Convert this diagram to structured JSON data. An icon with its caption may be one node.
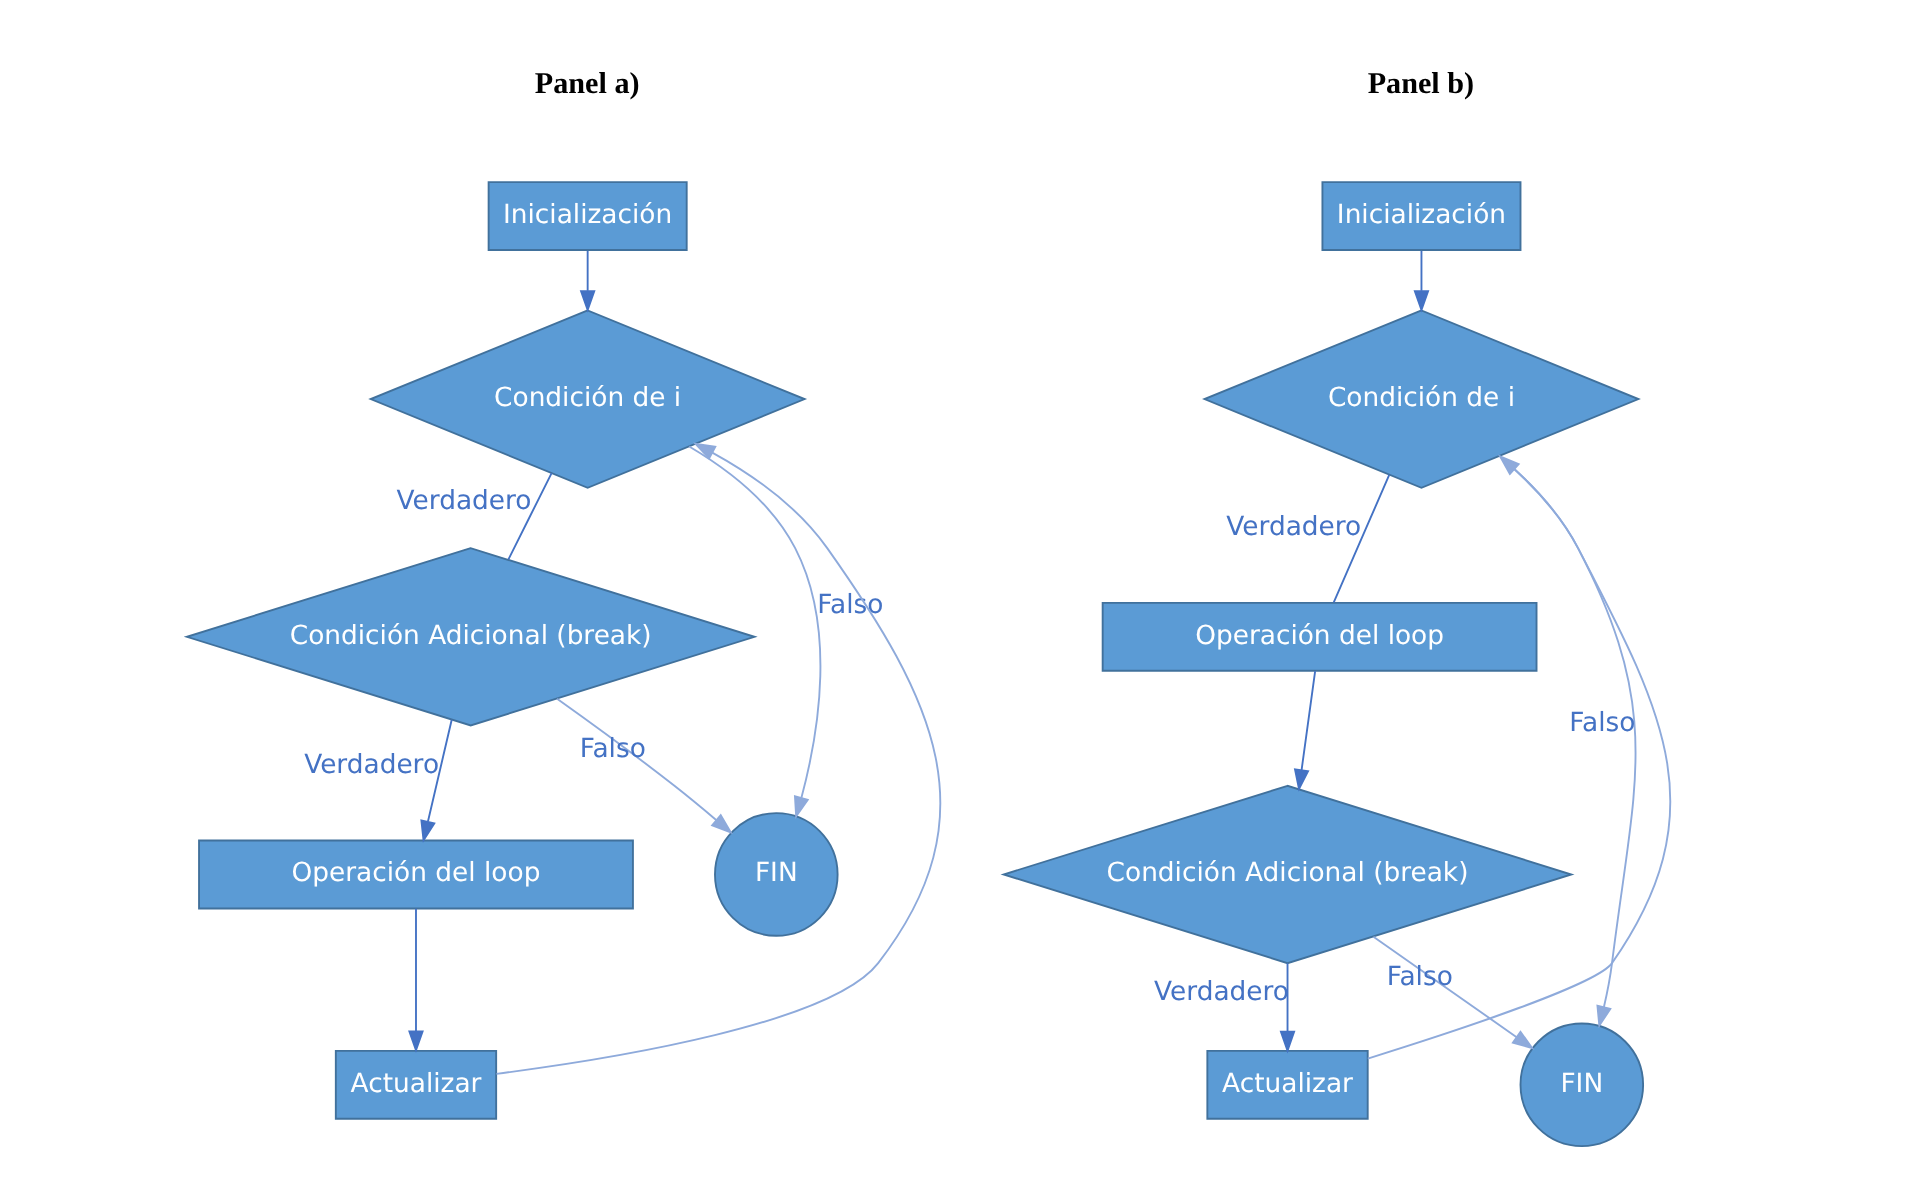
{
  "diagram": {
    "nodes": [
      {
        "text": [
          "Inicialización"
        ]
      },
      {
        "text": [
          "Condición de i"
        ]
      },
      {
        "text": [
          "Condición Adicional (break)"
        ]
      },
      {
        "text": [
          "Operación del loop"
        ]
      },
      {
        "text": [
          "Actualizar"
        ]
      },
      {
        "text": [
          "FIN"
        ]
      },
      {
        "text": [
          "Inicialización"
        ]
      },
      {
        "text": [
          "Condición de i"
        ]
      },
      {
        "text": [
          "Operación del loop"
        ]
      },
      {
        "text": [
          "Condición Adicional (break)"
        ]
      },
      {
        "text": [
          "Actualizar"
        ]
      },
      {
        "text": [
          "FIN"
        ]
      }
    ],
    "edges": [
      {
        "from": 0,
        "to": 1,
        "arrow": "to"
      },
      {
        "from": 1,
        "to": 2,
        "arrow": "none",
        "label": "Verdadero"
      },
      {
        "from": 1,
        "to": 5,
        "arrow": "to",
        "label": "Falso",
        "color": "#8eaadb"
      },
      {
        "from": 2,
        "to": 3,
        "arrow": "to",
        "label": "Verdadero"
      },
      {
        "from": 2,
        "to": 5,
        "arrow": "to",
        "label": "Falso",
        "color": "#8eaadb"
      },
      {
        "from": 3,
        "to": 4,
        "arrow": "to"
      },
      {
        "from": 4,
        "to": 1,
        "arrow": "to",
        "color": "#8eaadb"
      },
      {
        "from": 6,
        "to": 7,
        "arrow": "to"
      },
      {
        "from": 7,
        "to": 8,
        "arrow": "none",
        "label": "Verdadero"
      },
      {
        "from": 7,
        "to": 11,
        "arrow": "to",
        "label": "Falso",
        "color": "#8eaadb"
      },
      {
        "from": 8,
        "to": 9,
        "arrow": "to"
      },
      {
        "from": 9,
        "to": 11,
        "arrow": "to",
        "label": "Falso",
        "color": "#8eaadb"
      },
      {
        "from": 9,
        "to": 10,
        "arrow": "to",
        "label": "Verdadero"
      },
      {
        "from": 10,
        "to": 7,
        "arrow": "to",
        "color": "#8eaadb"
      }
    ],
    "labels": [
      "Panel a)",
      "Panel b)"
    ]
  }
}
